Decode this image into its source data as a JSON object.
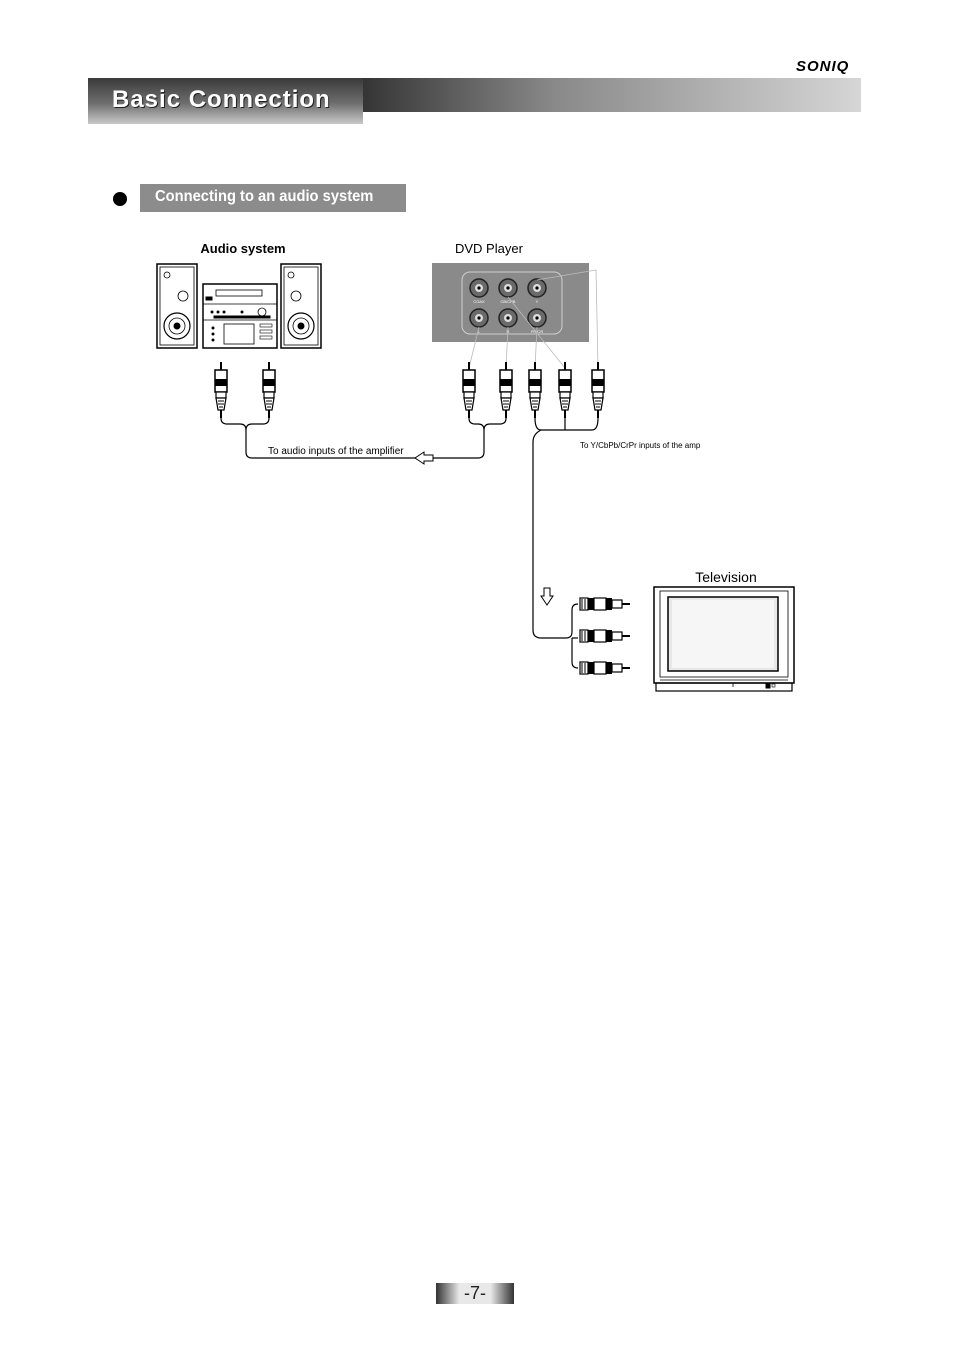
{
  "brand": "SONIQ",
  "header": {
    "title": "Basic Connection"
  },
  "section": {
    "title": "Connecting to an audio system"
  },
  "diagram": {
    "audio_system_label": "Audio system",
    "dvd_player_label": "DVD Player",
    "audio_cable_label": "To audio inputs of the amplifier",
    "video_cable_label": "To Y/CbPb/CrPr inputs of the amp",
    "television_label": "Television",
    "dvd_jack_labels_top": [
      "COAX",
      "CB/CPB",
      "Y"
    ],
    "dvd_jack_labels_bottom": [
      "L",
      "R",
      "PR/CR"
    ]
  },
  "footer": {
    "page_number": "-7-"
  }
}
